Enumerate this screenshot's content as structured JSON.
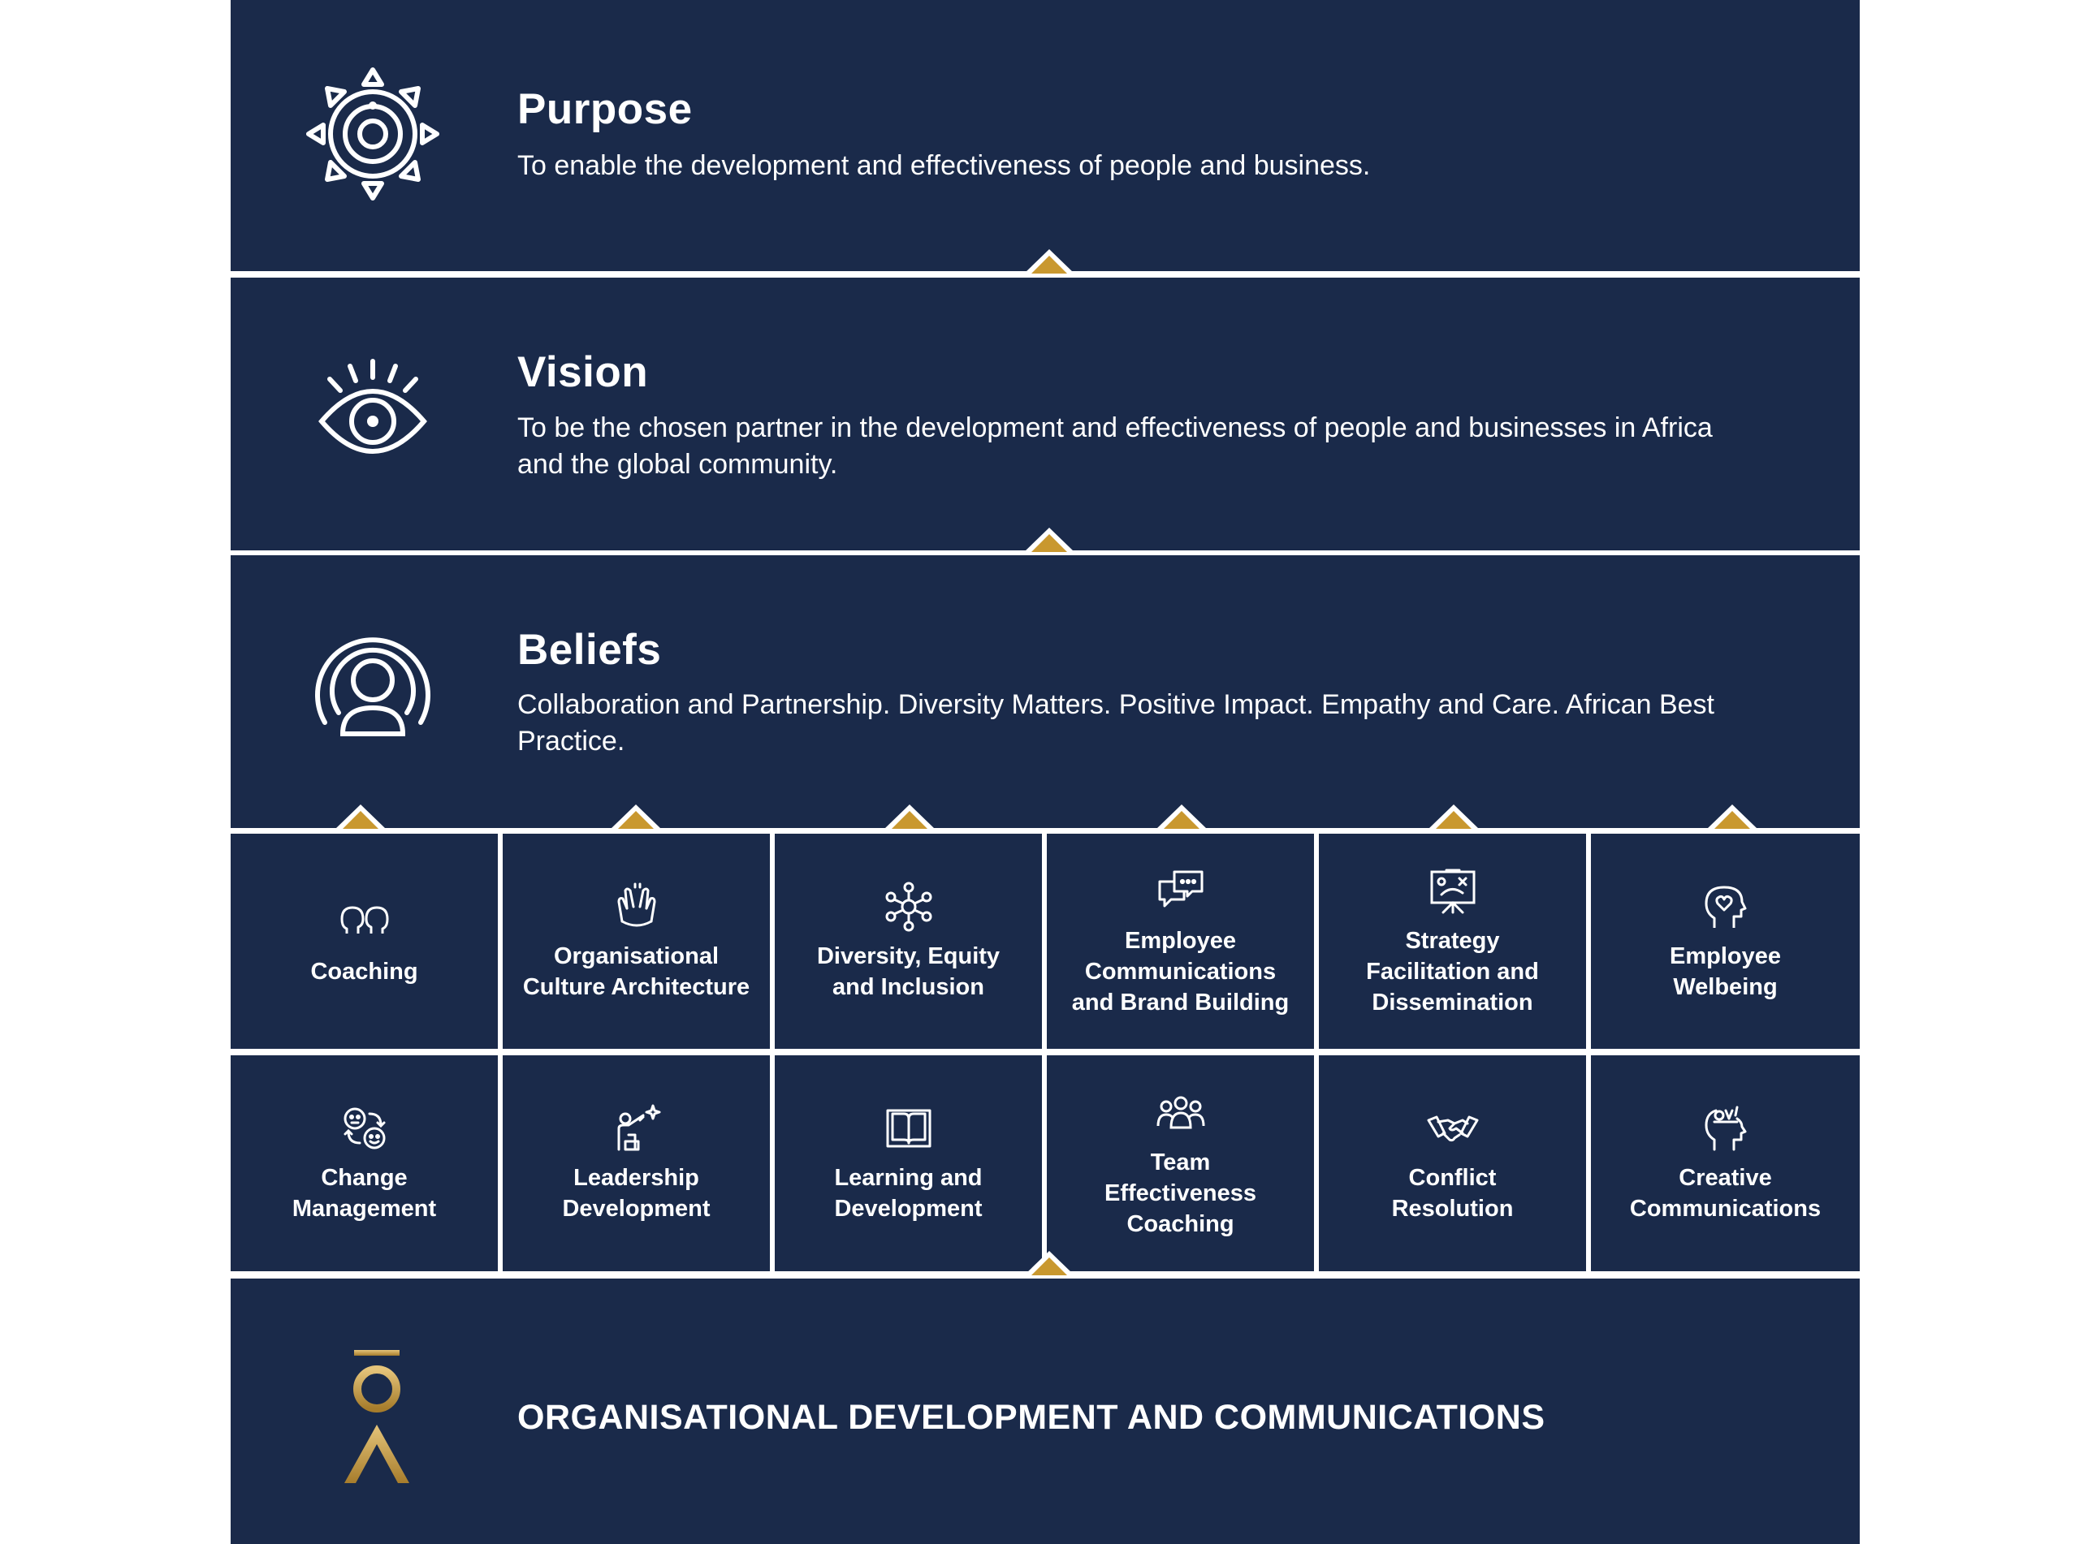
{
  "purpose": {
    "title": "Purpose",
    "text": "To enable the development and effectiveness of people and business.",
    "icon": "sun-target-icon"
  },
  "vision": {
    "title": "Vision",
    "text": "To be the chosen partner in the development and effectiveness of people and businesses in Africa and the global community.",
    "icon": "eye-icon"
  },
  "beliefs": {
    "title": "Beliefs",
    "text": "Collaboration and Partnership. Diversity Matters. Positive Impact. Empathy and Care. African Best Practice.",
    "icon": "person-radiating-icon"
  },
  "services": [
    {
      "label": "Coaching",
      "icon": "two-heads-icon"
    },
    {
      "label": "Organisational\nCulture Architecture",
      "icon": "high-five-icon"
    },
    {
      "label": "Diversity, Equity\nand Inclusion",
      "icon": "network-people-icon"
    },
    {
      "label": "Employee\nCommunications\nand Brand Building",
      "icon": "chat-bubbles-icon"
    },
    {
      "label": "Strategy\nFacilitation and\nDissemination",
      "icon": "strategy-board-icon"
    },
    {
      "label": "Employee\nWelbeing",
      "icon": "heart-head-icon"
    },
    {
      "label": "Change\nManagement",
      "icon": "face-cycle-icon"
    },
    {
      "label": "Leadership\nDevelopment",
      "icon": "person-star-icon"
    },
    {
      "label": "Learning and\nDevelopment",
      "icon": "book-icon"
    },
    {
      "label": "Team\nEffectiveness\nCoaching",
      "icon": "team-icon"
    },
    {
      "label": "Conflict\nResolution",
      "icon": "handshake-icon"
    },
    {
      "label": "Creative\nCommunications",
      "icon": "idea-head-icon"
    }
  ],
  "brand": {
    "title": "ORGANISATIONAL DEVELOPMENT AND COMMUNICATIONS",
    "logo": "oa-logo-icon"
  },
  "colors": {
    "navy": "#1a2a4a",
    "gold": "#c9982f",
    "white": "#ffffff"
  }
}
